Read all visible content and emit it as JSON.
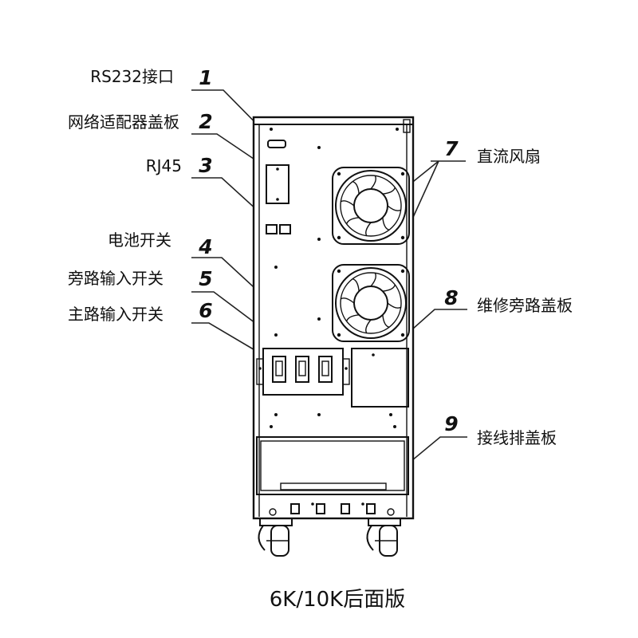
{
  "callouts": [
    {
      "num": "1",
      "label": "RS232接口"
    },
    {
      "num": "2",
      "label": "网络适配器盖板"
    },
    {
      "num": "3",
      "label": "RJ45"
    },
    {
      "num": "4",
      "label": "电池开关"
    },
    {
      "num": "5",
      "label": "旁路输入开关"
    },
    {
      "num": "6",
      "label": "主路输入开关"
    },
    {
      "num": "7",
      "label": "直流风扇"
    },
    {
      "num": "8",
      "label": "维修旁路盖板"
    },
    {
      "num": "9",
      "label": "接线排盖板"
    }
  ],
  "caption": "6K/10K后面版"
}
